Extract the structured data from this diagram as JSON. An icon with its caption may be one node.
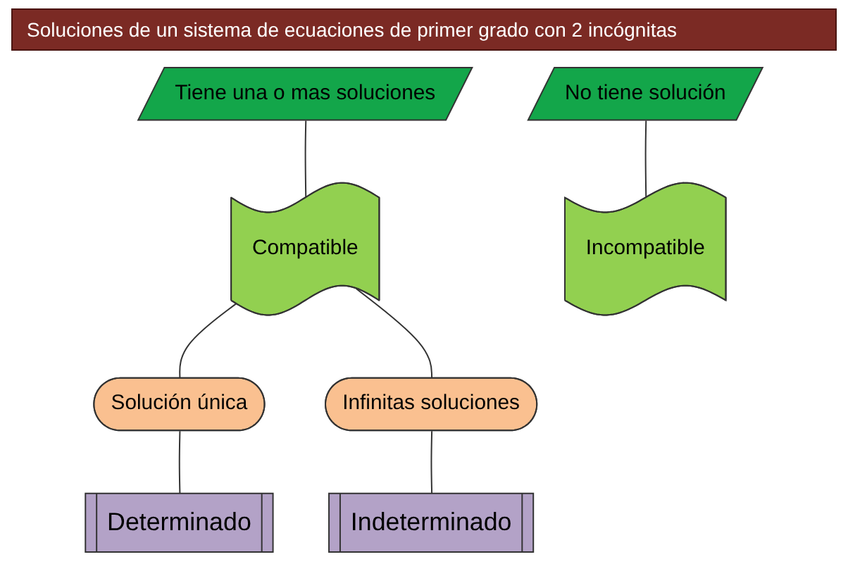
{
  "diagram": {
    "title": "Soluciones de un sistema de ecuaciones de primer grado con 2 incógnitas",
    "nodes": [
      {
        "text": [
          "Tiene una o mas soluciones"
        ]
      },
      {
        "text": [
          "Compatible"
        ]
      },
      {
        "text": [
          "No tiene solución"
        ]
      },
      {
        "text": [
          "Incompatible"
        ]
      },
      {
        "text": [
          "Solución única"
        ]
      },
      {
        "text": [
          "Infinitas soluciones"
        ]
      },
      {
        "text": [
          "Determinado"
        ]
      },
      {
        "text": [
          "Indeterminado"
        ]
      }
    ],
    "edges": [
      {
        "from": 0,
        "to": 1,
        "arrow": "none"
      },
      {
        "from": 2,
        "to": 3,
        "arrow": "none"
      },
      {
        "from": 1,
        "to": 4,
        "arrow": "none"
      },
      {
        "from": 1,
        "to": 5,
        "arrow": "none"
      },
      {
        "from": 4,
        "to": 6,
        "arrow": "none"
      },
      {
        "from": 5,
        "to": 7,
        "arrow": "none"
      }
    ]
  }
}
